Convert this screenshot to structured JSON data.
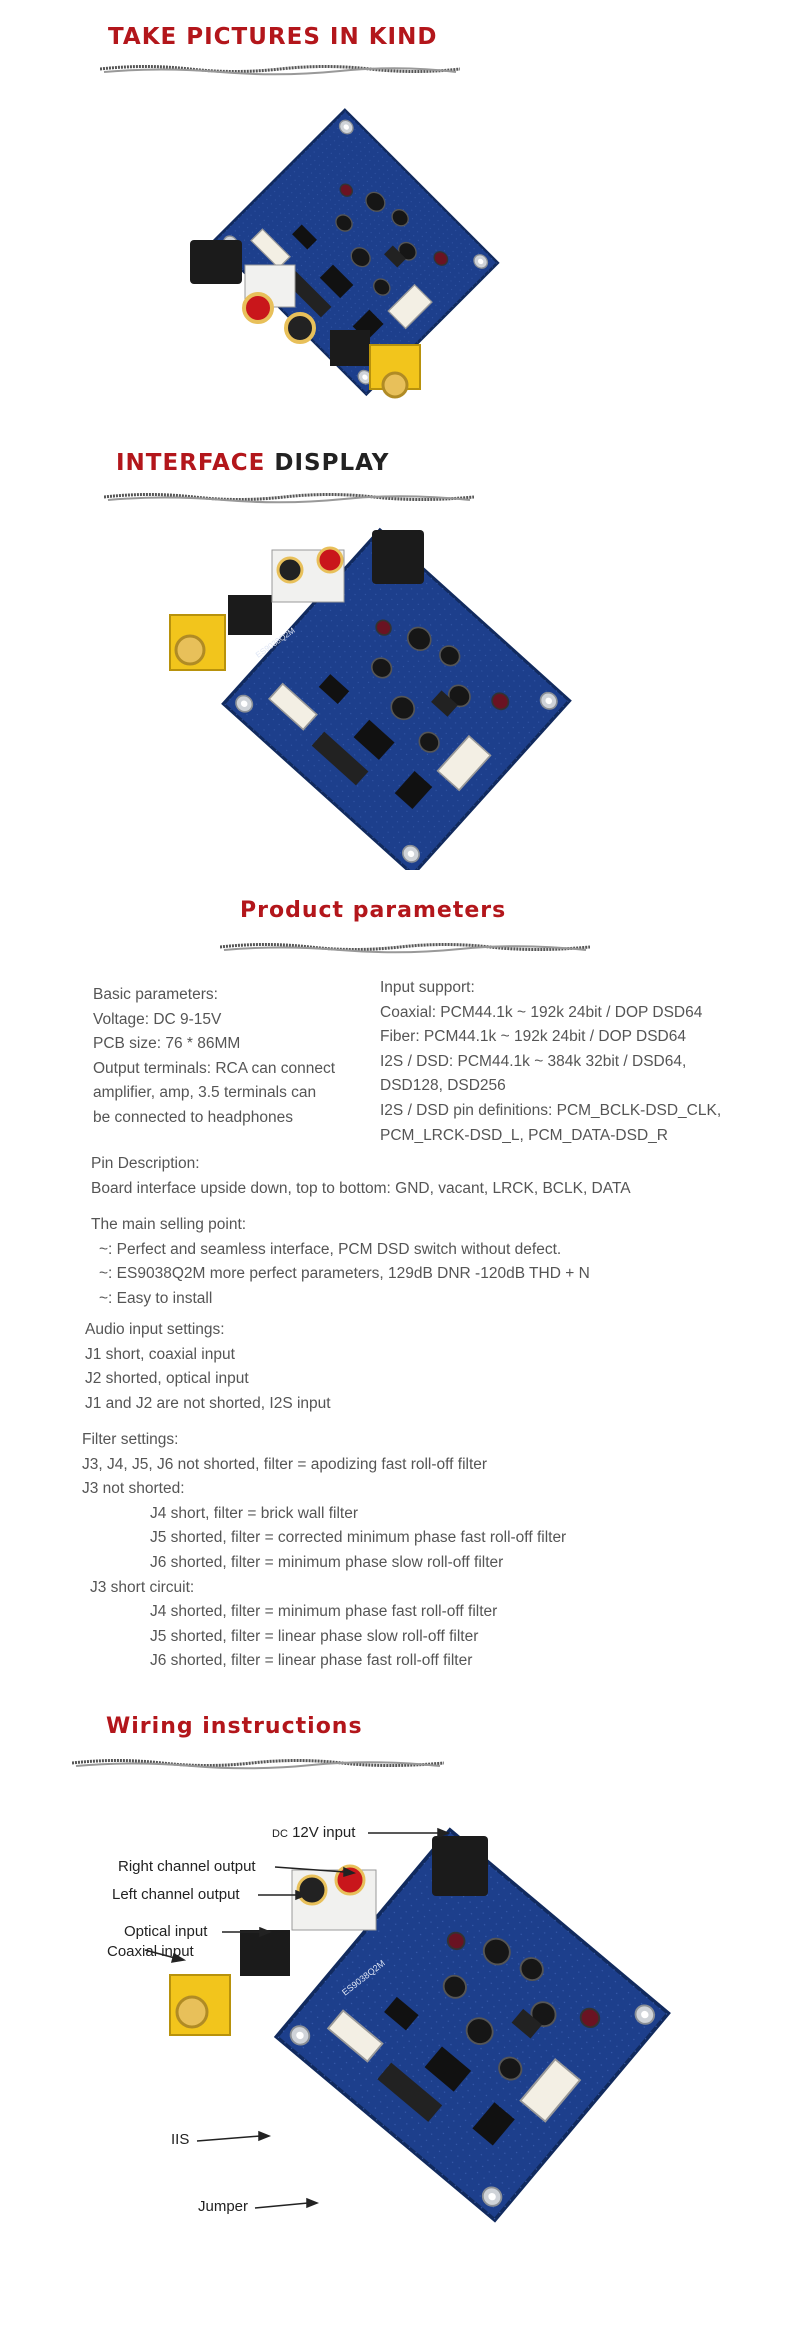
{
  "sections": {
    "pictures": {
      "title": "TAKE PICTURES IN KIND"
    },
    "interface": {
      "title_red": "INTERFACE",
      "title_dark": "DISPLAY"
    },
    "params": {
      "title": "Product parameters"
    },
    "wiring": {
      "title": "Wiring instructions"
    }
  },
  "basic": {
    "heading": "Basic parameters:",
    "lines": [
      "Voltage: DC 9-15V",
      "PCB size: 76 * 86MM",
      "Output terminals: RCA can connect",
      "amplifier, amp, 3.5 terminals can",
      "be connected to headphones"
    ]
  },
  "input": {
    "heading": "Input support:",
    "lines": [
      "Coaxial: PCM44.1k ~ 192k 24bit / DOP DSD64",
      "Fiber: PCM44.1k ~ 192k 24bit / DOP DSD64",
      "I2S / DSD: PCM44.1k ~ 384k 32bit / DSD64,",
      "DSD128, DSD256",
      "I2S / DSD pin definitions: PCM_BCLK-DSD_CLK,",
      "PCM_LRCK-DSD_L, PCM_DATA-DSD_R"
    ]
  },
  "pin": {
    "heading": "Pin Description:",
    "line": "Board interface upside down, top to bottom: GND, vacant, LRCK, BCLK, DATA"
  },
  "selling": {
    "heading": "The main selling point:",
    "lines": [
      "~: Perfect and seamless interface, PCM DSD switch without defect.",
      "~: ES9038Q2M more perfect parameters, 129dB DNR -120dB THD + N",
      "~: Easy to install"
    ]
  },
  "audio": {
    "heading": "Audio input settings:",
    "lines": [
      "J1 short, coaxial input",
      "J2 shorted, optical input",
      "J1 and J2 are not shorted, I2S input"
    ]
  },
  "filter": {
    "heading": "Filter settings:",
    "line1": "J3, J4, J5, J6 not shorted, filter = apodizing fast roll-off filter",
    "j3_not": "J3 not shorted:",
    "j3_not_lines": [
      "J4 short, filter = brick wall filter",
      "J5 shorted, filter = corrected minimum phase fast roll-off filter",
      "J6 shorted, filter = minimum phase slow roll-off filter"
    ],
    "j3_short": "J3 short circuit:",
    "j3_short_lines": [
      "J4 shorted, filter = minimum phase fast roll-off filter",
      "J5 shorted, filter = linear phase slow roll-off filter",
      "J6 shorted, filter = linear phase fast roll-off filter"
    ]
  },
  "wiring_labels": {
    "dc_prefix": "DC",
    "dc": "12V input",
    "right": "Right channel output",
    "left": "Left channel output",
    "optical": "Optical input",
    "coaxial": "Coaxial input",
    "iis": "IIS",
    "jumper": "Jumper"
  },
  "board": {
    "silk_top": "ES9038Q2M",
    "colors": {
      "pcb": "#1d3f8c",
      "pcb_edge": "#16306c",
      "accent": "#b3161b",
      "rca_yellow": "#f2c51c"
    }
  }
}
